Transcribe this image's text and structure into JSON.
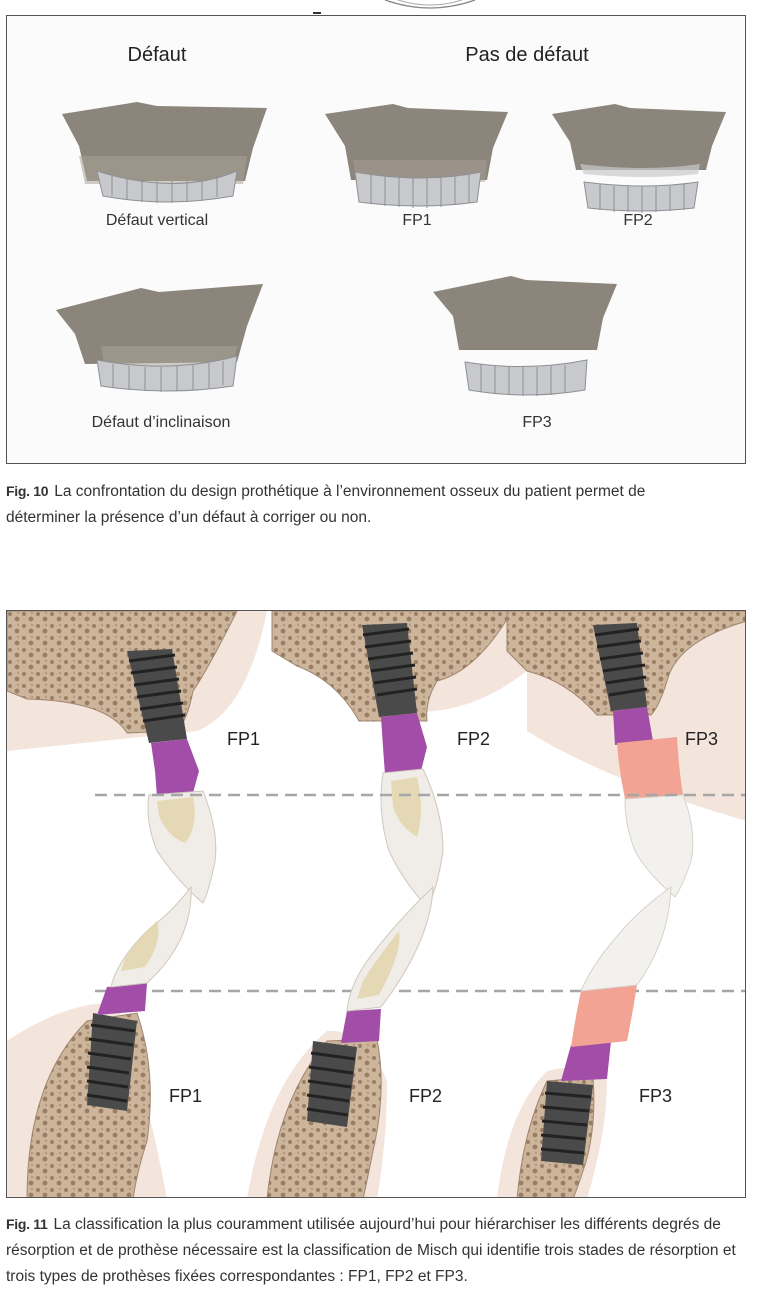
{
  "figure10": {
    "heading_defect": "Défaut",
    "heading_no_defect": "Pas de défaut",
    "labels": {
      "vertical": "Défaut vertical",
      "fp1": "FP1",
      "fp2": "FP2",
      "inclination": "Défaut d’inclinaison",
      "fp3": "FP3"
    },
    "caption_number": "Fig. 10",
    "caption_text": "La confrontation du design prothétique à l’environnement osseux du patient permet de déterminer la présence d’un défaut à corriger ou non."
  },
  "figure11": {
    "upper_labels": [
      "FP1",
      "FP2",
      "FP3"
    ],
    "lower_labels": [
      "FP1",
      "FP2",
      "FP3"
    ],
    "caption_number": "Fig. 11",
    "caption_text": "La classification la plus couramment utilisée aujourd’hui pour hiérarchiser les différents degrés de résorption et de prothèse nécessaire est la classification de Misch qui identifie trois stades de résorption et trois types de prothèses fixées correspondantes : FP1, FP2 et FP3."
  },
  "colors": {
    "bone": "#cdb59c",
    "bone_dots": "#9a7e64",
    "gingiva": "#f3e4dc",
    "implant": "#4a4a4a",
    "abutment": "#a24ea9",
    "pink_ceramic": "#f2a394",
    "maxilla": "#8c857b",
    "teeth": "#c7c9cc"
  }
}
